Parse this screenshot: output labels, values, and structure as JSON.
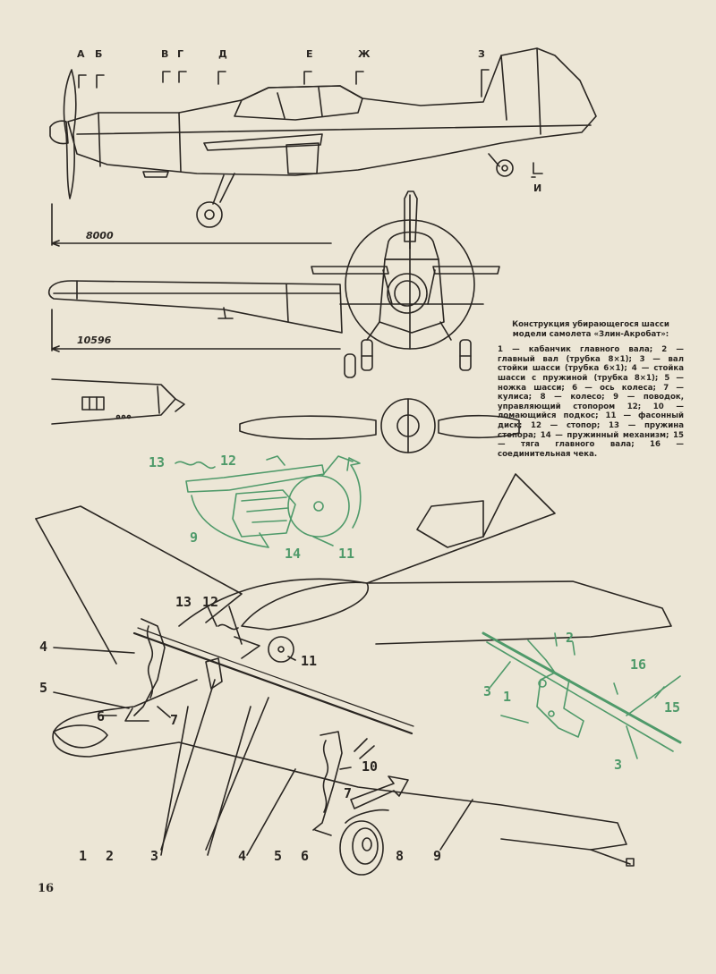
{
  "section_labels": [
    "А",
    "Б",
    "В",
    "Г",
    "Д",
    "Е",
    "Ж",
    "З",
    "И"
  ],
  "dimensions": {
    "length": "8000",
    "wingspan": "10596"
  },
  "caption": {
    "title": "Конструкция убирающегося шасси модели самолета «Злин-Акробат»:",
    "body": "1 — кабанчик главного вала; 2 — главный вал (трубка 8×1); 3 — вал стойки шасси (трубка 6×1); 4 — стойка шасси с пружиной (трубка 8×1); 5 — ножка шасси; 6 — ось колеса; 7 — кулиса; 8 — колесо; 9 — поводок, управляющий стопором 12; 10 — ломающийся подкос; 11 — фасонный диск; 12 — стопор; 13 — пружина стопора; 14 — пружинный механизм; 15 — тяга главного вала; 16 — соединительная чека."
  },
  "callouts": {
    "green_detail": [
      "13",
      "12",
      "9",
      "14",
      "11"
    ],
    "main_left": [
      "13",
      "12",
      "4",
      "11",
      "5",
      "6",
      "7"
    ],
    "main_bottom": [
      "1",
      "2",
      "3",
      "4",
      "5",
      "6",
      "8",
      "9",
      "10",
      "7"
    ],
    "shaft_detail": [
      "2",
      "16",
      "3",
      "1",
      "15",
      "3"
    ]
  },
  "page_number": "16",
  "colors": {
    "paper": "#ece6d6",
    "ink": "#2a2622",
    "green": "#4f9a6a"
  }
}
